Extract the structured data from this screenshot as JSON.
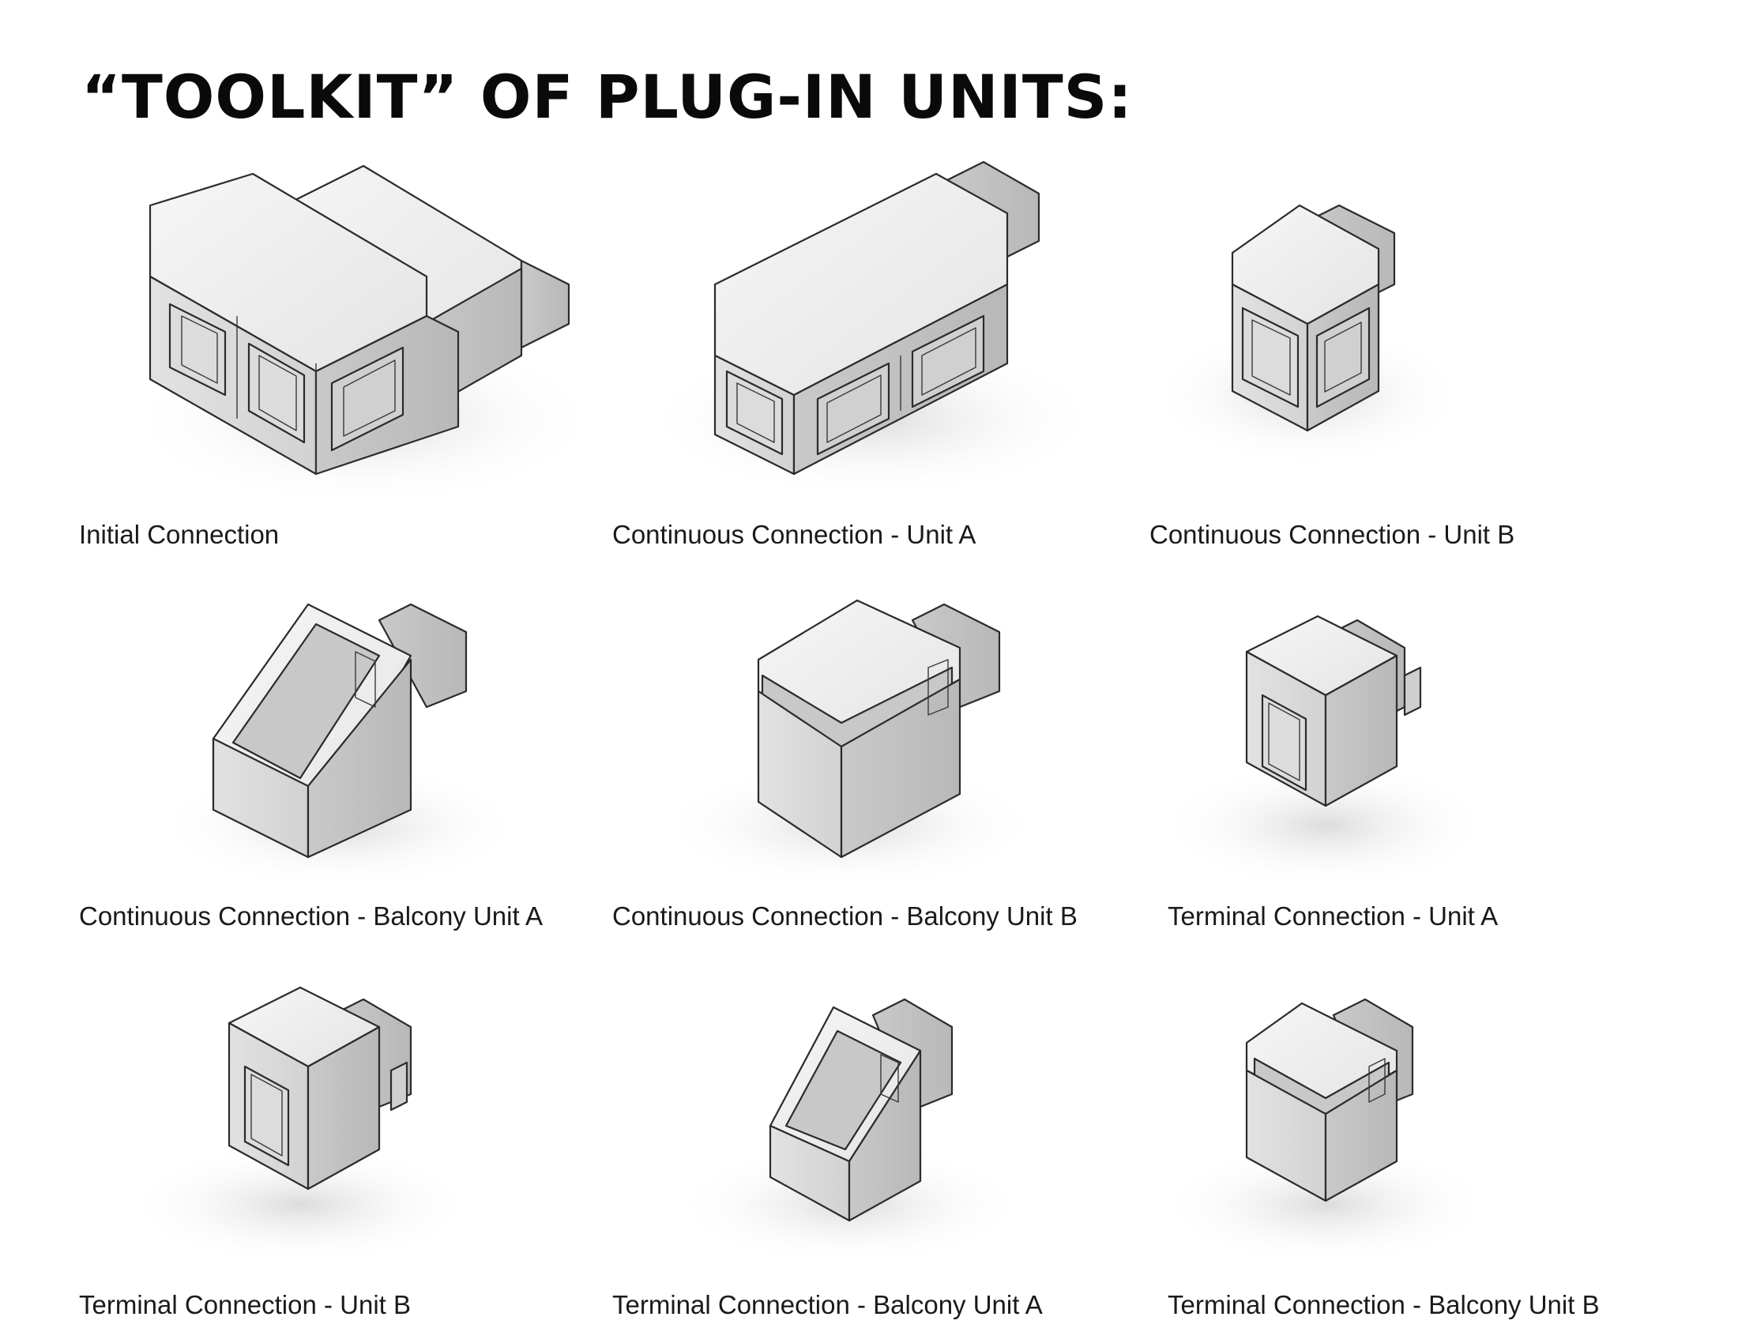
{
  "title": "“TOOLKIT” OF PLUG-IN UNITS:",
  "units": [
    {
      "caption": "Initial Connection",
      "icon": "initial-connection-module"
    },
    {
      "caption": "Continuous Connection - Unit A",
      "icon": "continuous-unit-a-module"
    },
    {
      "caption": "Continuous Connection - Unit B",
      "icon": "continuous-unit-b-module"
    },
    {
      "caption": "Continuous Connection - Balcony Unit A",
      "icon": "continuous-balcony-a-module"
    },
    {
      "caption": "Continuous Connection - Balcony Unit B",
      "icon": "continuous-balcony-b-module"
    },
    {
      "caption": "Terminal Connection - Unit A",
      "icon": "terminal-unit-a-module"
    },
    {
      "caption": "Terminal Connection - Unit B",
      "icon": "terminal-unit-b-module"
    },
    {
      "caption": "Terminal Connection - Balcony Unit A",
      "icon": "terminal-balcony-a-module"
    },
    {
      "caption": "Terminal Connection - Balcony Unit B",
      "icon": "terminal-balcony-b-module"
    }
  ],
  "colors": {
    "module_light": "#efefef",
    "module_mid": "#d6d6d6",
    "module_dark": "#bdbdbd",
    "glass": "#a9c3e0",
    "outline": "#2b2b2b"
  }
}
